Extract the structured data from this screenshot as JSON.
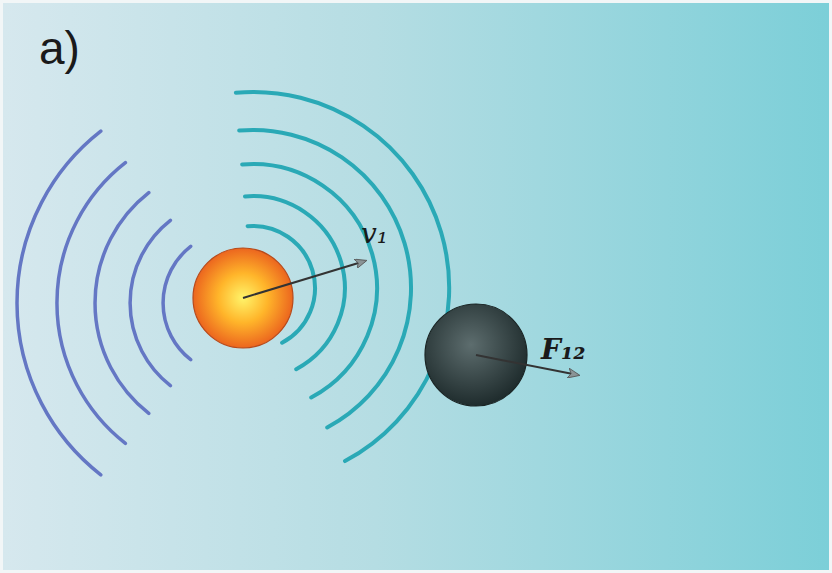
{
  "diagram": {
    "labels": [
      "a)",
      "v₁",
      "F₁₂"
    ]
  }
}
